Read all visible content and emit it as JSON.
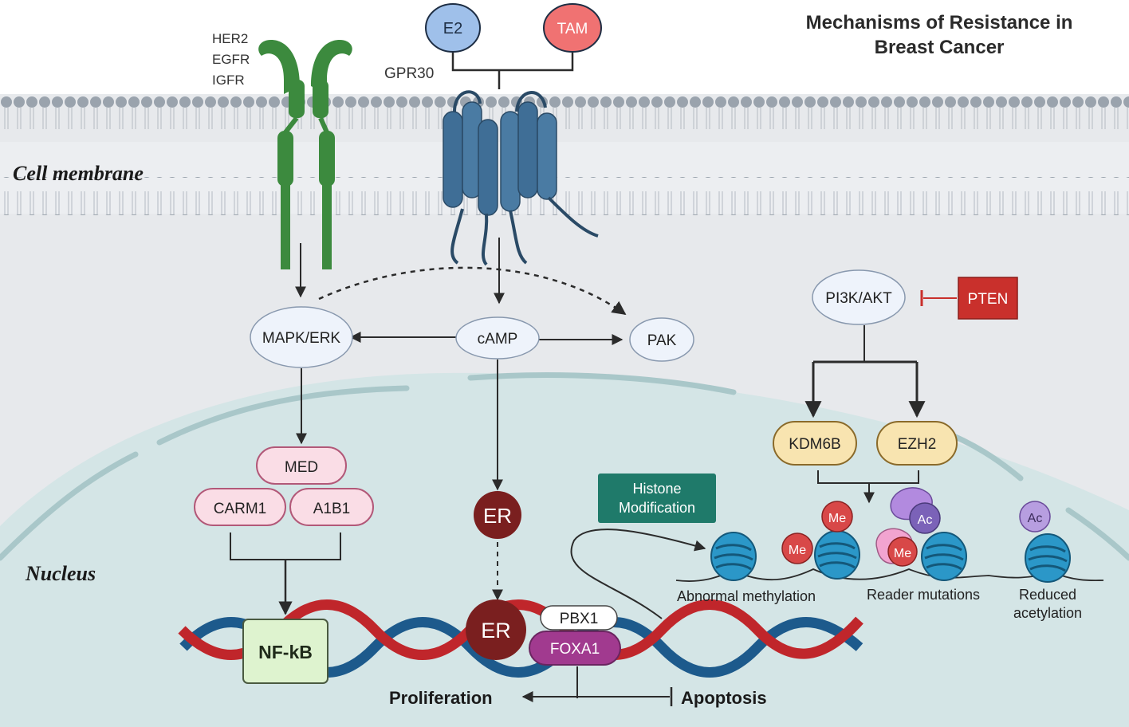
{
  "title": {
    "line1": "Mechanisms of Resistance in",
    "line2": "Breast Cancer"
  },
  "regions": {
    "membrane": "Cell membrane",
    "nucleus": "Nucleus"
  },
  "receptors": {
    "rtk_labels": [
      "HER2",
      "EGFR",
      "IGFR"
    ],
    "gpcr_label": "GPR30"
  },
  "ligands": {
    "e2": "E2",
    "tam": "TAM"
  },
  "nodes": {
    "mapk": "MAPK/ERK",
    "camp": "cAMP",
    "pak": "PAK",
    "pi3k": "PI3K/AKT",
    "pten": "PTEN",
    "kdm6b": "KDM6B",
    "ezh2": "EZH2",
    "med": "MED",
    "carm1": "CARM1",
    "a1b1": "A1B1",
    "er_top": "ER",
    "er_bottom": "ER",
    "pbx1": "PBX1",
    "foxa1": "FOXA1",
    "nfkb": "NF-kB",
    "histone": "Histone Modification"
  },
  "histone_marks": {
    "me": "Me",
    "ac": "Ac"
  },
  "nucleosome_labels": {
    "methylation": "Abnormal methylation",
    "reader": "Reader mutations",
    "acetylation_line1": "Reduced",
    "acetylation_line2": "acetylation"
  },
  "outcomes": {
    "proliferation": "Proliferation",
    "apoptosis": "Apoptosis"
  },
  "colors": {
    "receptor_green": "#3c8a3e",
    "gpcr_blue": "#3f6e96",
    "nucleus_fill": "#d4e5e6",
    "cytoplasm_fill": "#e7e9ec",
    "er_red": "#7a1f1f",
    "pten_red": "#c9302c",
    "histone_teal": "#1f7a6a",
    "foxa1_magenta": "#a13a8f",
    "dna_red": "#c0262b",
    "dna_blue": "#1d5a8c"
  }
}
